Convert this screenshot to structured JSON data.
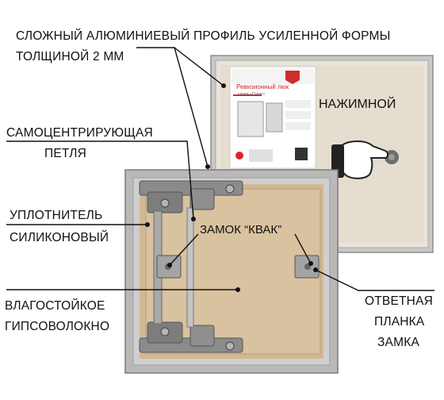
{
  "callouts": {
    "profile_line1": "СЛОЖНЫЙ АЛЮМИНИЕВЫЙ ПРОФИЛЬ УСИЛЕННОЙ ФОРМЫ",
    "profile_line2": "ТОЛЩИНОЙ 2 ММ",
    "hinge_line1": "САМОЦЕНТРИРУЮЩАЯ",
    "hinge_line2": "ПЕТЛЯ",
    "seal_line1": "УПЛОТНИТЕЛЬ",
    "seal_line2": "СИЛИКОНОВЫЙ",
    "gypsum_line1": "ВЛАГОСТОЙКОЕ",
    "gypsum_line2": "ГИПСОВОЛОКНО",
    "strike_line1": "ОТВЕТНАЯ",
    "strike_line2": "ПЛАНКА",
    "strike_line3": "ЗАМКА"
  },
  "product": {
    "mechanism_label": "НАЖИМНОЙ",
    "lock_label": "ЗАМОК “КВАК”",
    "sticker_title": "Ревизионный люк",
    "sticker_subtitle": "серия «Стелс»"
  },
  "colors": {
    "leader_line": "#111111",
    "frame_metal": "#b7b7b7",
    "board": "#d8c3a3",
    "board_back": "#e7e1d6",
    "sticker_accent": "#d22b2b"
  }
}
